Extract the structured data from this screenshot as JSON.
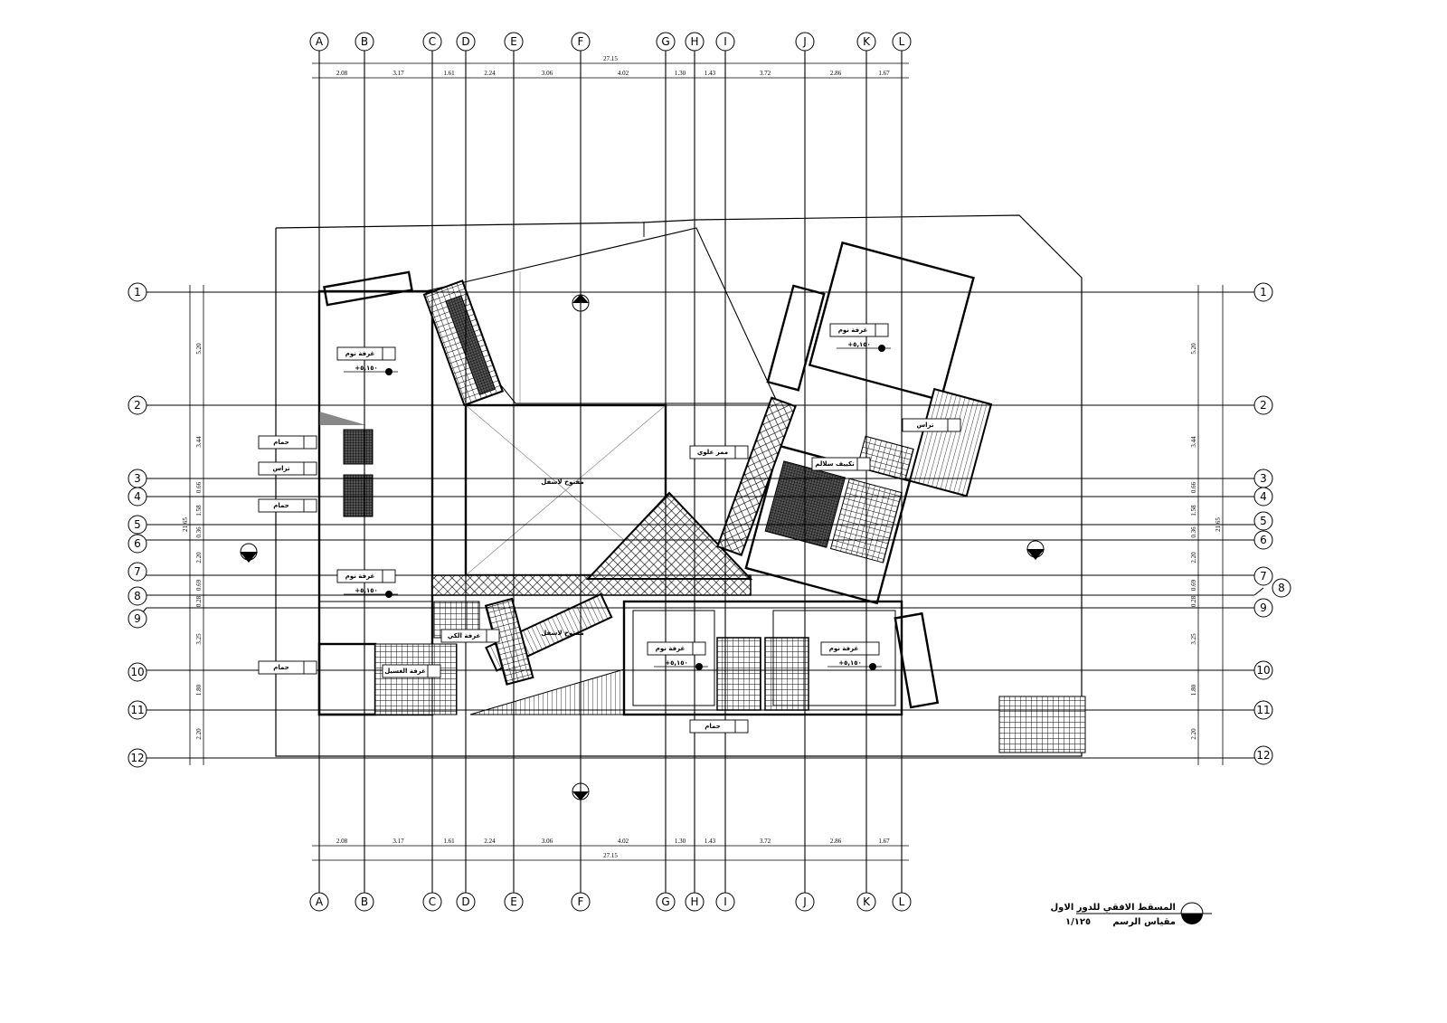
{
  "drawing": {
    "title": "المسقط الافقي للدور الاول",
    "scale_label": "مقياس الرسم",
    "scale_value": "١/١٢٥"
  },
  "grid": {
    "columns": [
      "A",
      "B",
      "C",
      "D",
      "E",
      "F",
      "G",
      "H",
      "I",
      "J",
      "K",
      "L"
    ],
    "rows": [
      "1",
      "2",
      "3",
      "4",
      "5",
      "6",
      "7",
      "8",
      "9",
      "10",
      "11",
      "12"
    ]
  },
  "dimensions": {
    "horizontal_total": "27.15",
    "horizontal": [
      "2.08",
      "3.17",
      "1.61",
      "2.24",
      "3.06",
      "4.02",
      "1.30",
      "1.43",
      "3.72",
      "2.86",
      "1.67"
    ],
    "vertical_total": "21.65",
    "vertical": [
      "5.20",
      "3.44",
      "0.66",
      "1.58",
      "0.36",
      "2.20",
      "0.69",
      "0.28",
      "3.25",
      "1.80",
      "2.20"
    ]
  },
  "rooms": {
    "bedroom_1": "غرفة نوم",
    "bedroom_2": "غرفة نوم",
    "bedroom_3": "غرفة نوم",
    "bedroom_4": "غرفة نوم",
    "bedroom_5": "غرفة نوم",
    "open_below_1": "مفتوح لاسفل",
    "open_below_2": "مفتوح لاسفل",
    "bath_1": "حمام",
    "bath_2": "حمام",
    "bath_3": "حمام",
    "bath_4": "حمام",
    "terrace_1": "تراس",
    "terrace_2": "تراس",
    "ironing": "غرفة الكي",
    "laundry": "غرفة الغسيل",
    "corridor": "ممر علوي",
    "ac": "تكييف سلالم"
  },
  "levels": {
    "floor": "+٥,١٥٠"
  }
}
